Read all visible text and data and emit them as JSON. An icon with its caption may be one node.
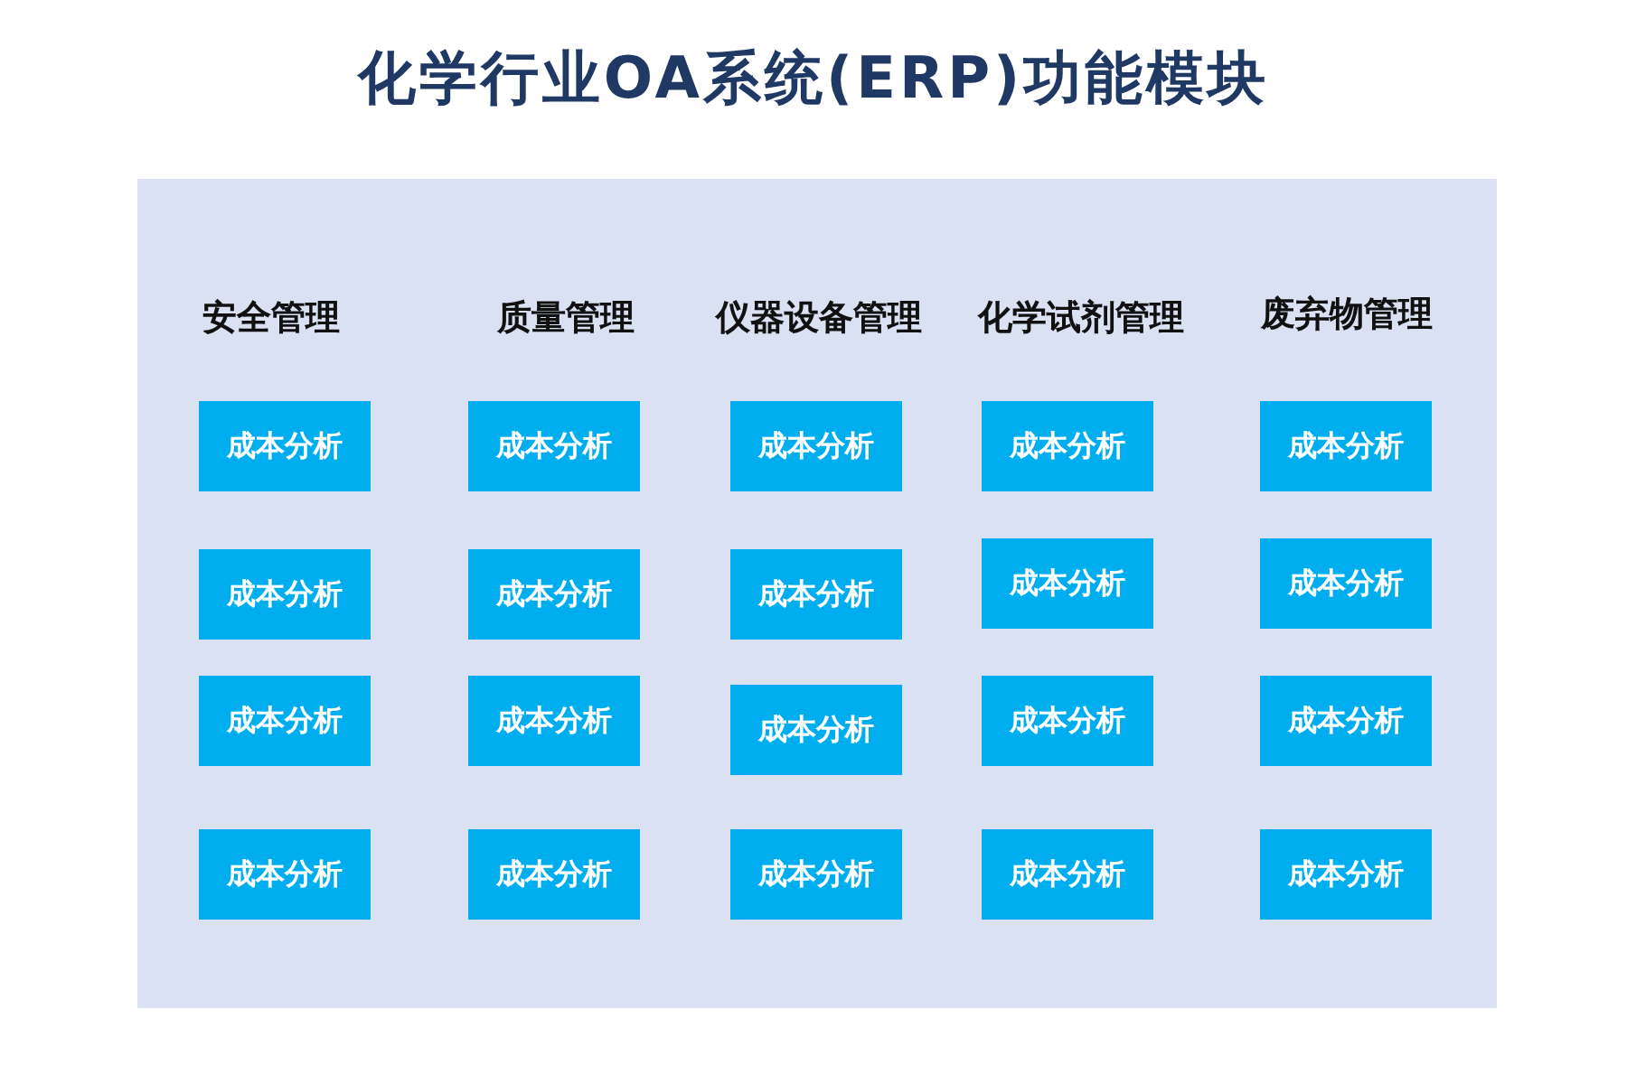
{
  "diagram": {
    "title": "化学行业OA系统(ERP)功能模块",
    "nodes": [
      {
        "text": [
          "成本分析"
        ]
      },
      {
        "text": [
          "成本分析"
        ]
      },
      {
        "text": [
          "成本分析"
        ]
      },
      {
        "text": [
          "成本分析"
        ]
      },
      {
        "text": [
          "成本分析"
        ]
      },
      {
        "text": [
          "成本分析"
        ]
      },
      {
        "text": [
          "成本分析"
        ]
      },
      {
        "text": [
          "成本分析"
        ]
      },
      {
        "text": [
          "成本分析"
        ]
      },
      {
        "text": [
          "成本分析"
        ]
      },
      {
        "text": [
          "成本分析"
        ]
      },
      {
        "text": [
          "成本分析"
        ]
      },
      {
        "text": [
          "成本分析"
        ]
      },
      {
        "text": [
          "成本分析"
        ]
      },
      {
        "text": [
          "成本分析"
        ]
      },
      {
        "text": [
          "成本分析"
        ]
      },
      {
        "text": [
          "成本分析"
        ]
      },
      {
        "text": [
          "成本分析"
        ]
      },
      {
        "text": [
          "成本分析"
        ]
      },
      {
        "text": [
          "成本分析"
        ]
      }
    ],
    "edges": [],
    "labels": [
      "安全管理",
      "质量管理",
      "仪器设备管理",
      "化学试剂管理",
      "废弃物管理"
    ]
  }
}
